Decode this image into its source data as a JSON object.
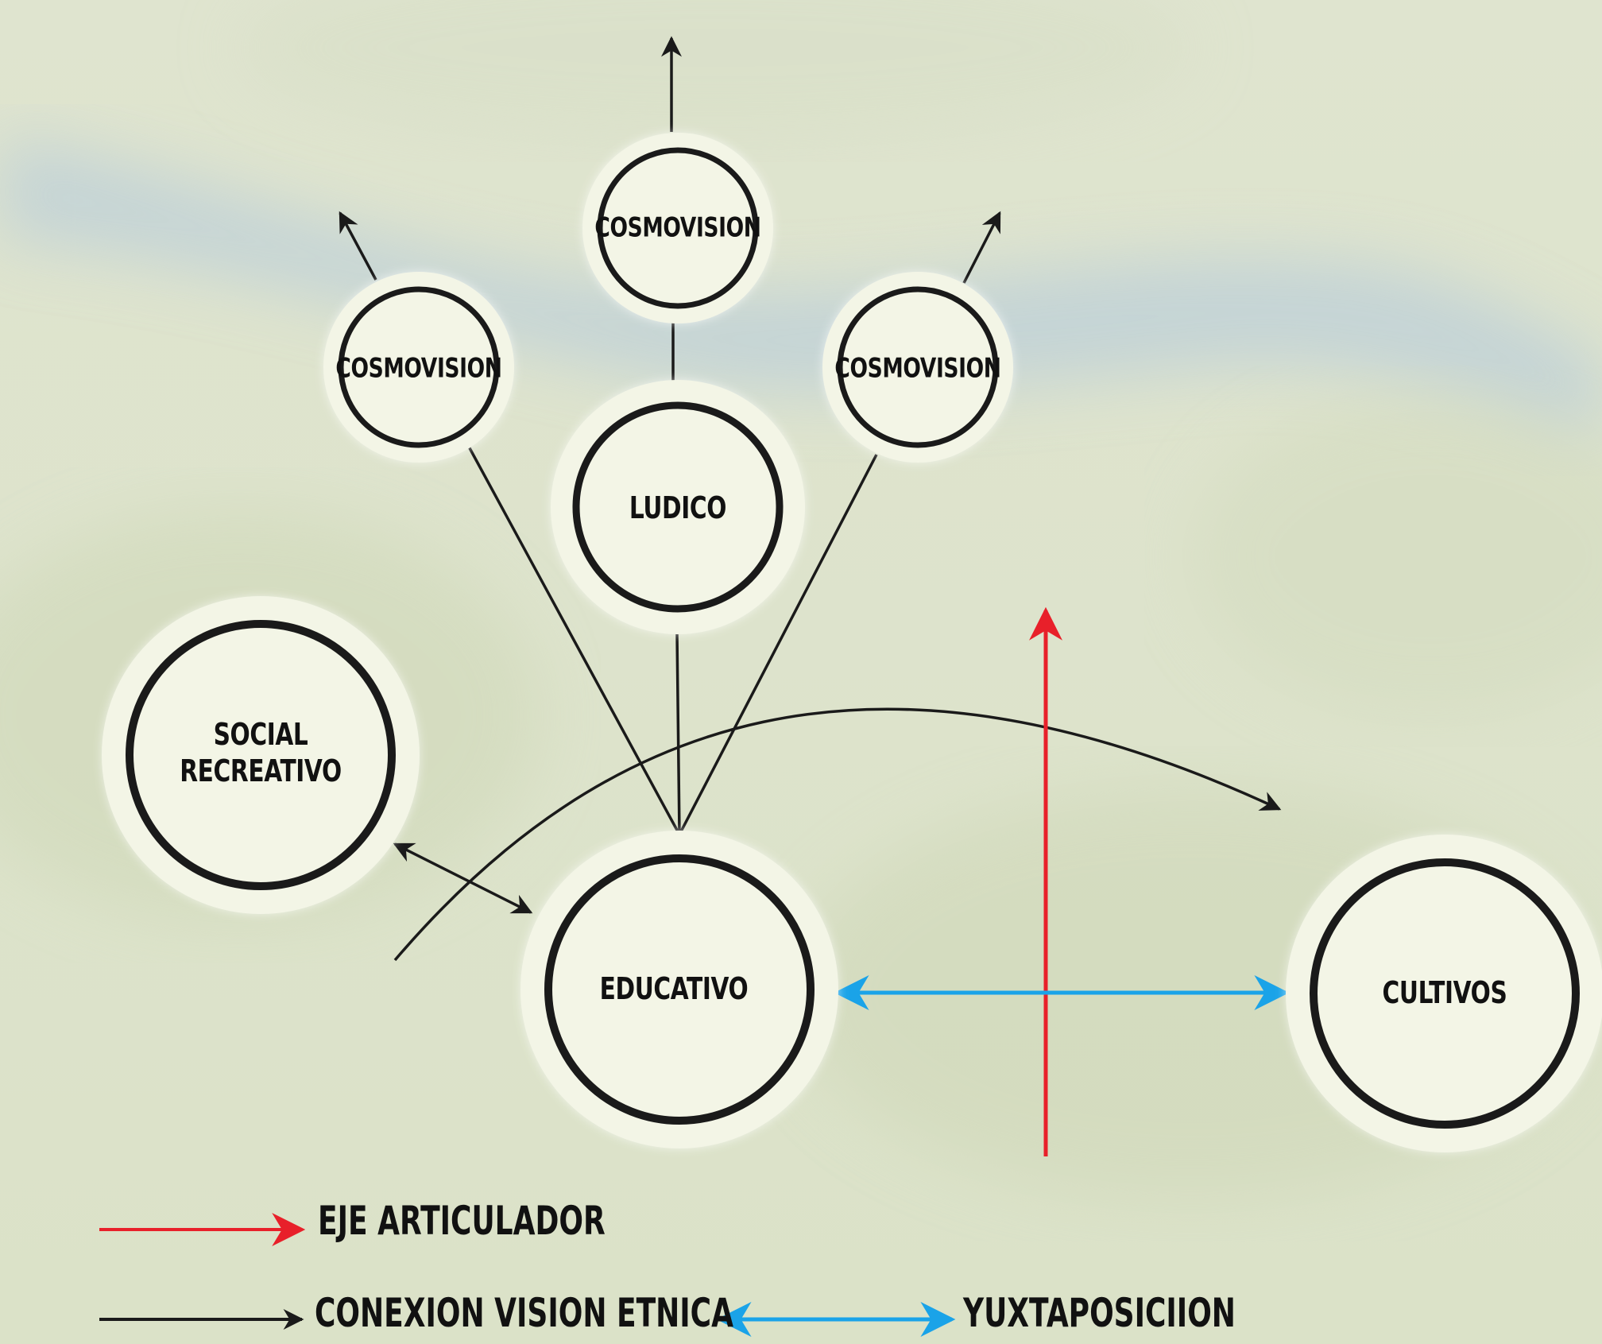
{
  "nodes": {
    "cosmovision_top": "COSMOVISION",
    "cosmovision_left": "COSMOVISION",
    "cosmovision_right": "COSMOVISION",
    "ludico": "LUDICO",
    "social_line1": "SOCIAL",
    "social_line2": "RECREATIVO",
    "educativo": "EDUCATIVO",
    "cultivos": "CULTIVOS"
  },
  "legend": {
    "eje": "EJE ARTICULADOR",
    "conexion": "CONEXION VISION ETNICA",
    "yuxtaposicion": "YUXTAPOSICIION"
  },
  "colors": {
    "red_axis": "#e8202a",
    "blue_juxtaposition": "#1aa3e8",
    "black_connection": "#1a1a1a",
    "node_fill": "#f3f5e6"
  }
}
